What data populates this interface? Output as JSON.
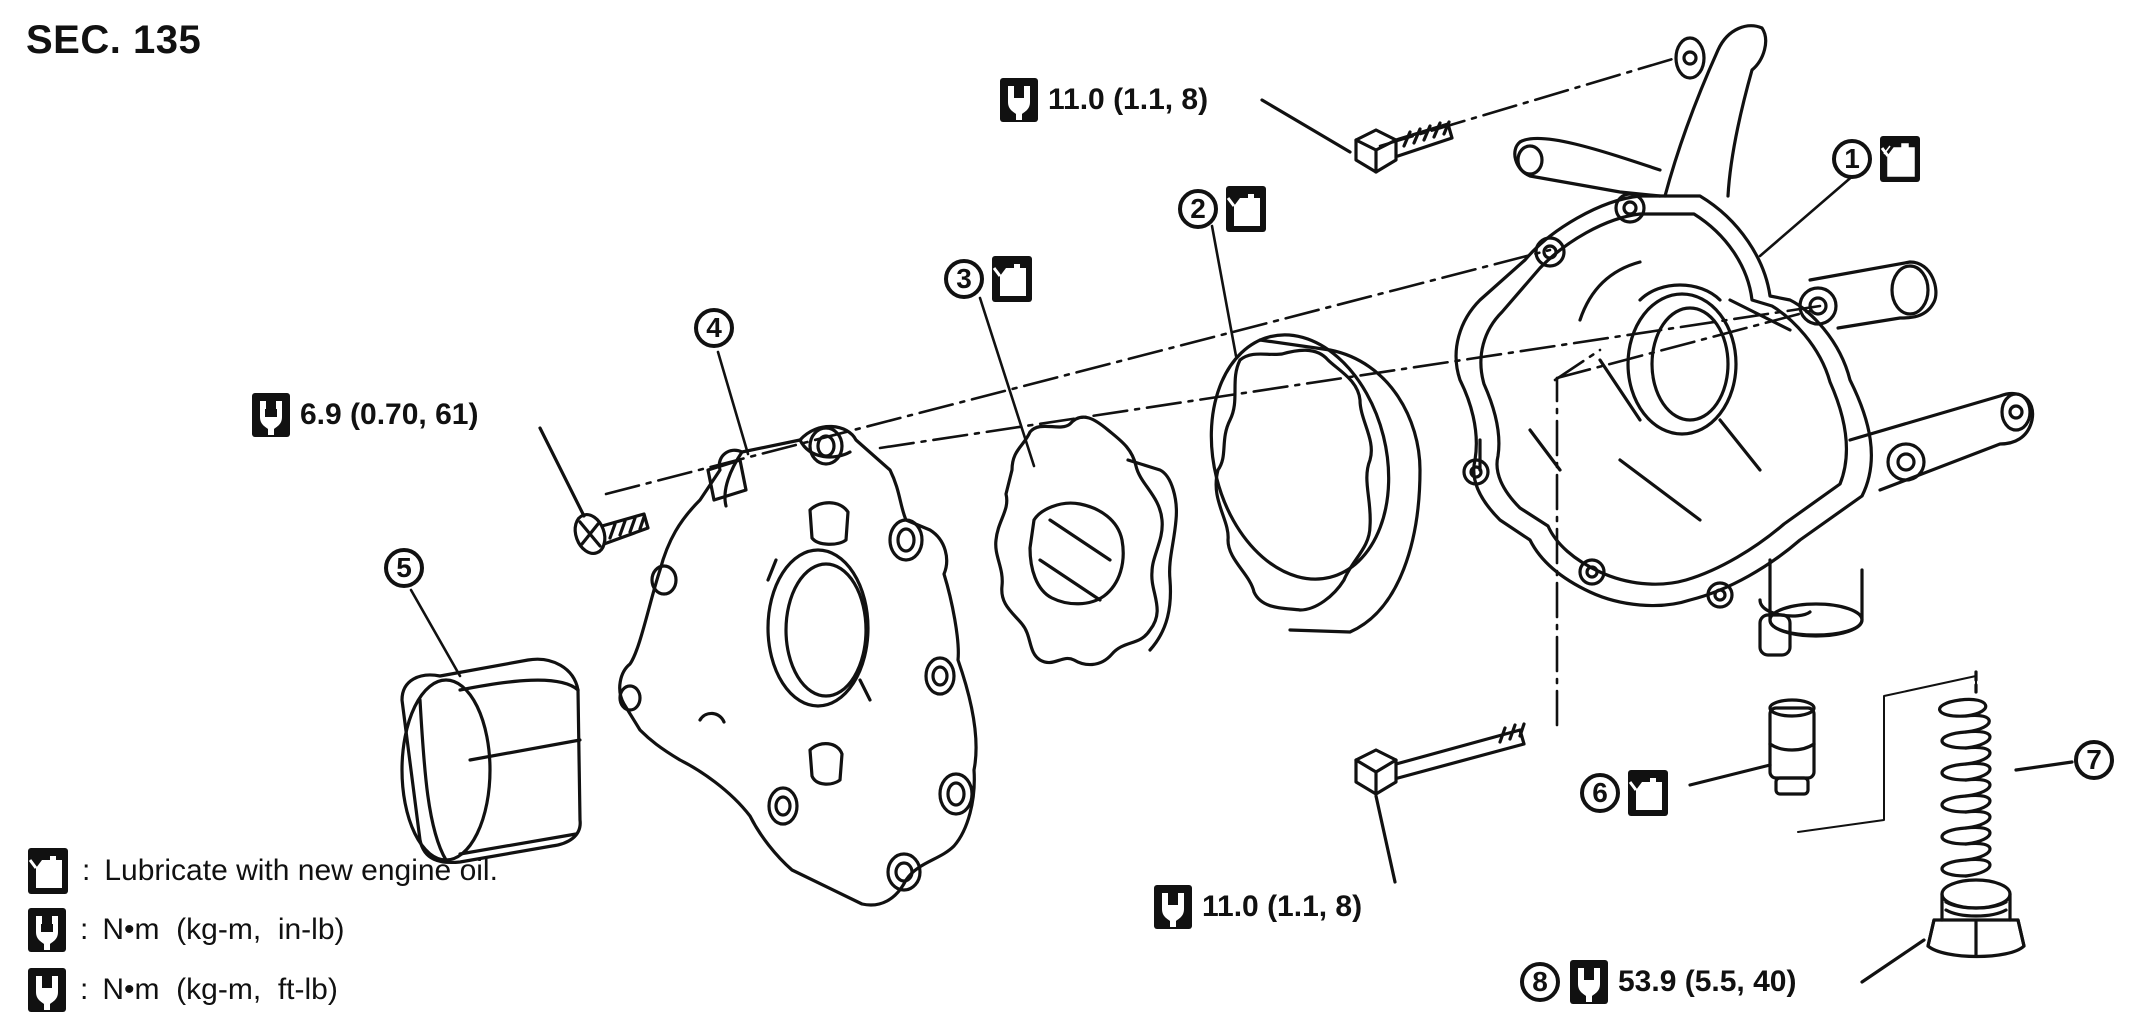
{
  "section": {
    "title": "SEC. 135"
  },
  "torques": {
    "top_bolt": "11.0 (1.1, 8)",
    "cover_screw": "6.9 (0.70, 61)",
    "long_bolt": "11.0 (1.1, 8)",
    "plug": "53.9 (5.5, 40)"
  },
  "parts": {
    "p1": "1",
    "p2": "2",
    "p3": "3",
    "p4": "4",
    "p5": "5",
    "p6": "6",
    "p7": "7",
    "p8": "8"
  },
  "legend": {
    "separator": ":",
    "oil": "Lubricate with new engine oil.",
    "nm_inlb": "N•m  (kg-m,  in-lb)",
    "nm_ftlb": "N•m  (kg-m,  ft-lb)"
  },
  "icons": {
    "oil": "oil-can-icon",
    "wrench_closed": "torque-wrench-inlb-icon",
    "wrench_open": "torque-wrench-ftlb-icon"
  }
}
